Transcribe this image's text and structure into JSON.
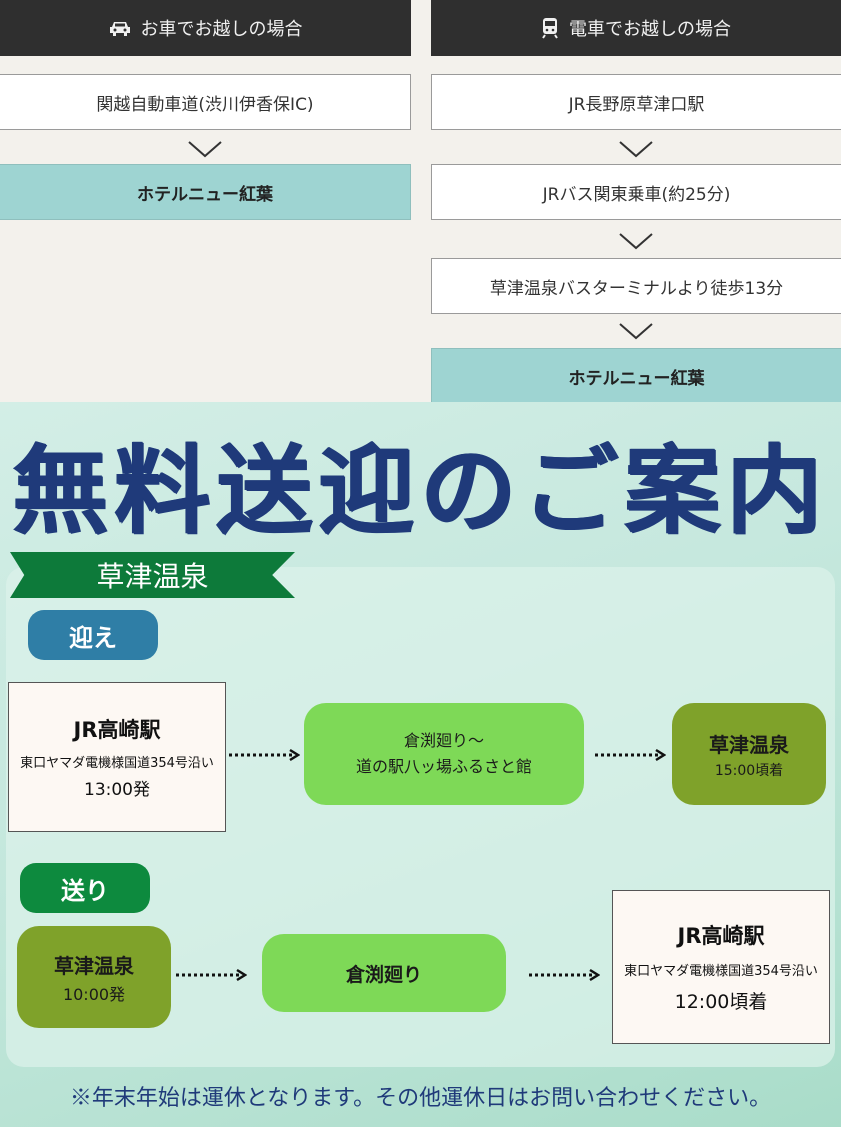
{
  "car": {
    "header": "お車でお越しの場合",
    "icon": "car-icon",
    "steps": [
      "関越自動車道(渋川伊香保IC)"
    ],
    "destination": "ホテルニュー紅葉"
  },
  "train": {
    "header": "電車でお越しの場合",
    "icon": "train-icon",
    "steps": [
      "JR長野原草津口駅",
      "JRバス関東乗車(約25分)",
      "草津温泉バスターミナルより徒歩13分"
    ],
    "destination": "ホテルニュー紅葉"
  },
  "shuttle": {
    "title": "無料送迎のご案内",
    "area": "草津温泉",
    "pickup": {
      "label": "迎え",
      "origin": {
        "name": "JR高崎駅",
        "detail": "東口ヤマダ電機様国道354号沿い",
        "time": "13:00発"
      },
      "via": [
        "倉渕廻り～",
        "道の駅八ッ場ふるさと館"
      ],
      "destination": {
        "name": "草津温泉",
        "time": "15:00頃着"
      }
    },
    "dropoff": {
      "label": "送り",
      "origin": {
        "name": "草津温泉",
        "time": "10:00発"
      },
      "via": "倉渕廻り",
      "destination": {
        "name": "JR高崎駅",
        "detail": "東口ヤマダ電機様国道354号沿い",
        "time": "12:00頃着"
      }
    },
    "note": "※年末年始は運休となります。その他運休日はお問い合わせください。"
  },
  "colors": {
    "header_bg": "#2f2f2f",
    "destination_bg": "#9ed4d2",
    "title": "#1f3a7a",
    "ribbon": "#0d7a3a",
    "pickup_pill": "#2f7ea6",
    "dropoff_pill": "#0d8a3e",
    "light_green": "#7ed957",
    "olive": "#7fa22a"
  }
}
